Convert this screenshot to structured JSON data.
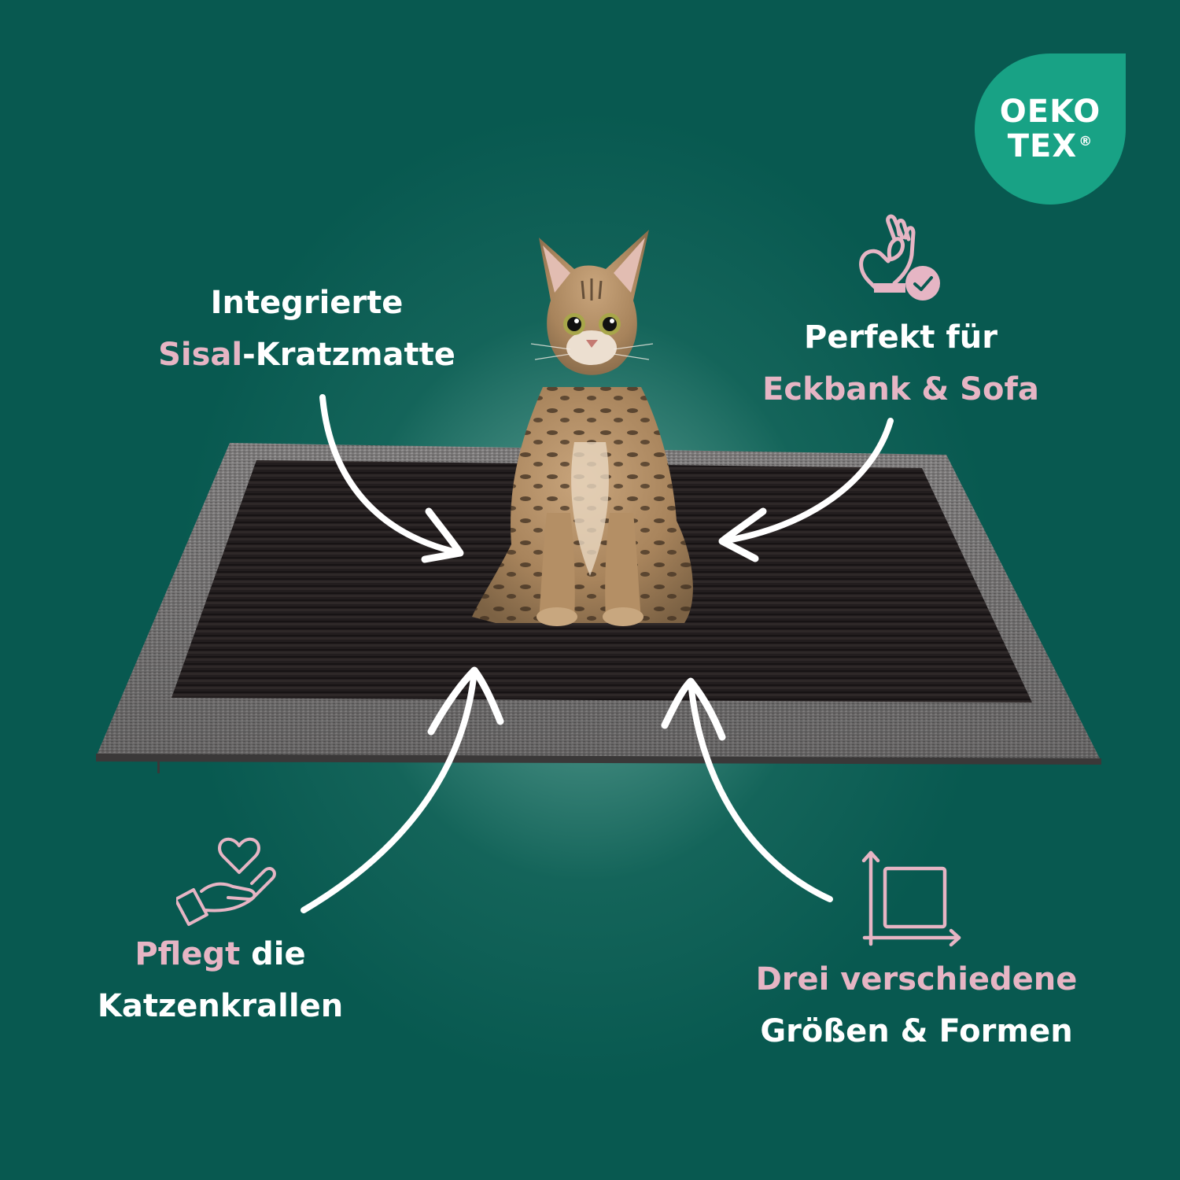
{
  "badge": {
    "line1": "OEKO",
    "line2": "TEX",
    "registered": "®",
    "color": "#18a285"
  },
  "colors": {
    "background": "#085950",
    "glow": "#8cc3b9",
    "accent_pink": "#e6b5c4",
    "text_white": "#ffffff",
    "mat_border": "#8a8a8a",
    "mat_sisal": "#1e1a1a"
  },
  "product": {
    "subject": "Tabby cat sitting on sisal scratching mat with grey fabric border"
  },
  "features": [
    {
      "id": "sisal",
      "line1": "Integrierte",
      "line2_pink": "Sisal",
      "line2_white": "-Kratzmatte",
      "icon": null,
      "arrow": "curved-down-right"
    },
    {
      "id": "corner-bench",
      "icon": "ok-hand-check-icon",
      "line1": "Perfekt für",
      "line2_pink": "Eckbank & Sofa",
      "arrow": "curved-down-left"
    },
    {
      "id": "claw-care",
      "icon": "hand-heart-icon",
      "line1_pink": "Pflegt",
      "line1_white": " die",
      "line2": "Katzenkrallen",
      "arrow": "curved-up-right"
    },
    {
      "id": "sizes",
      "icon": "dimensions-square-icon",
      "line1_pink": "Drei verschiedene",
      "line2": "Größen & Formen",
      "arrow": "curved-up-left"
    }
  ]
}
